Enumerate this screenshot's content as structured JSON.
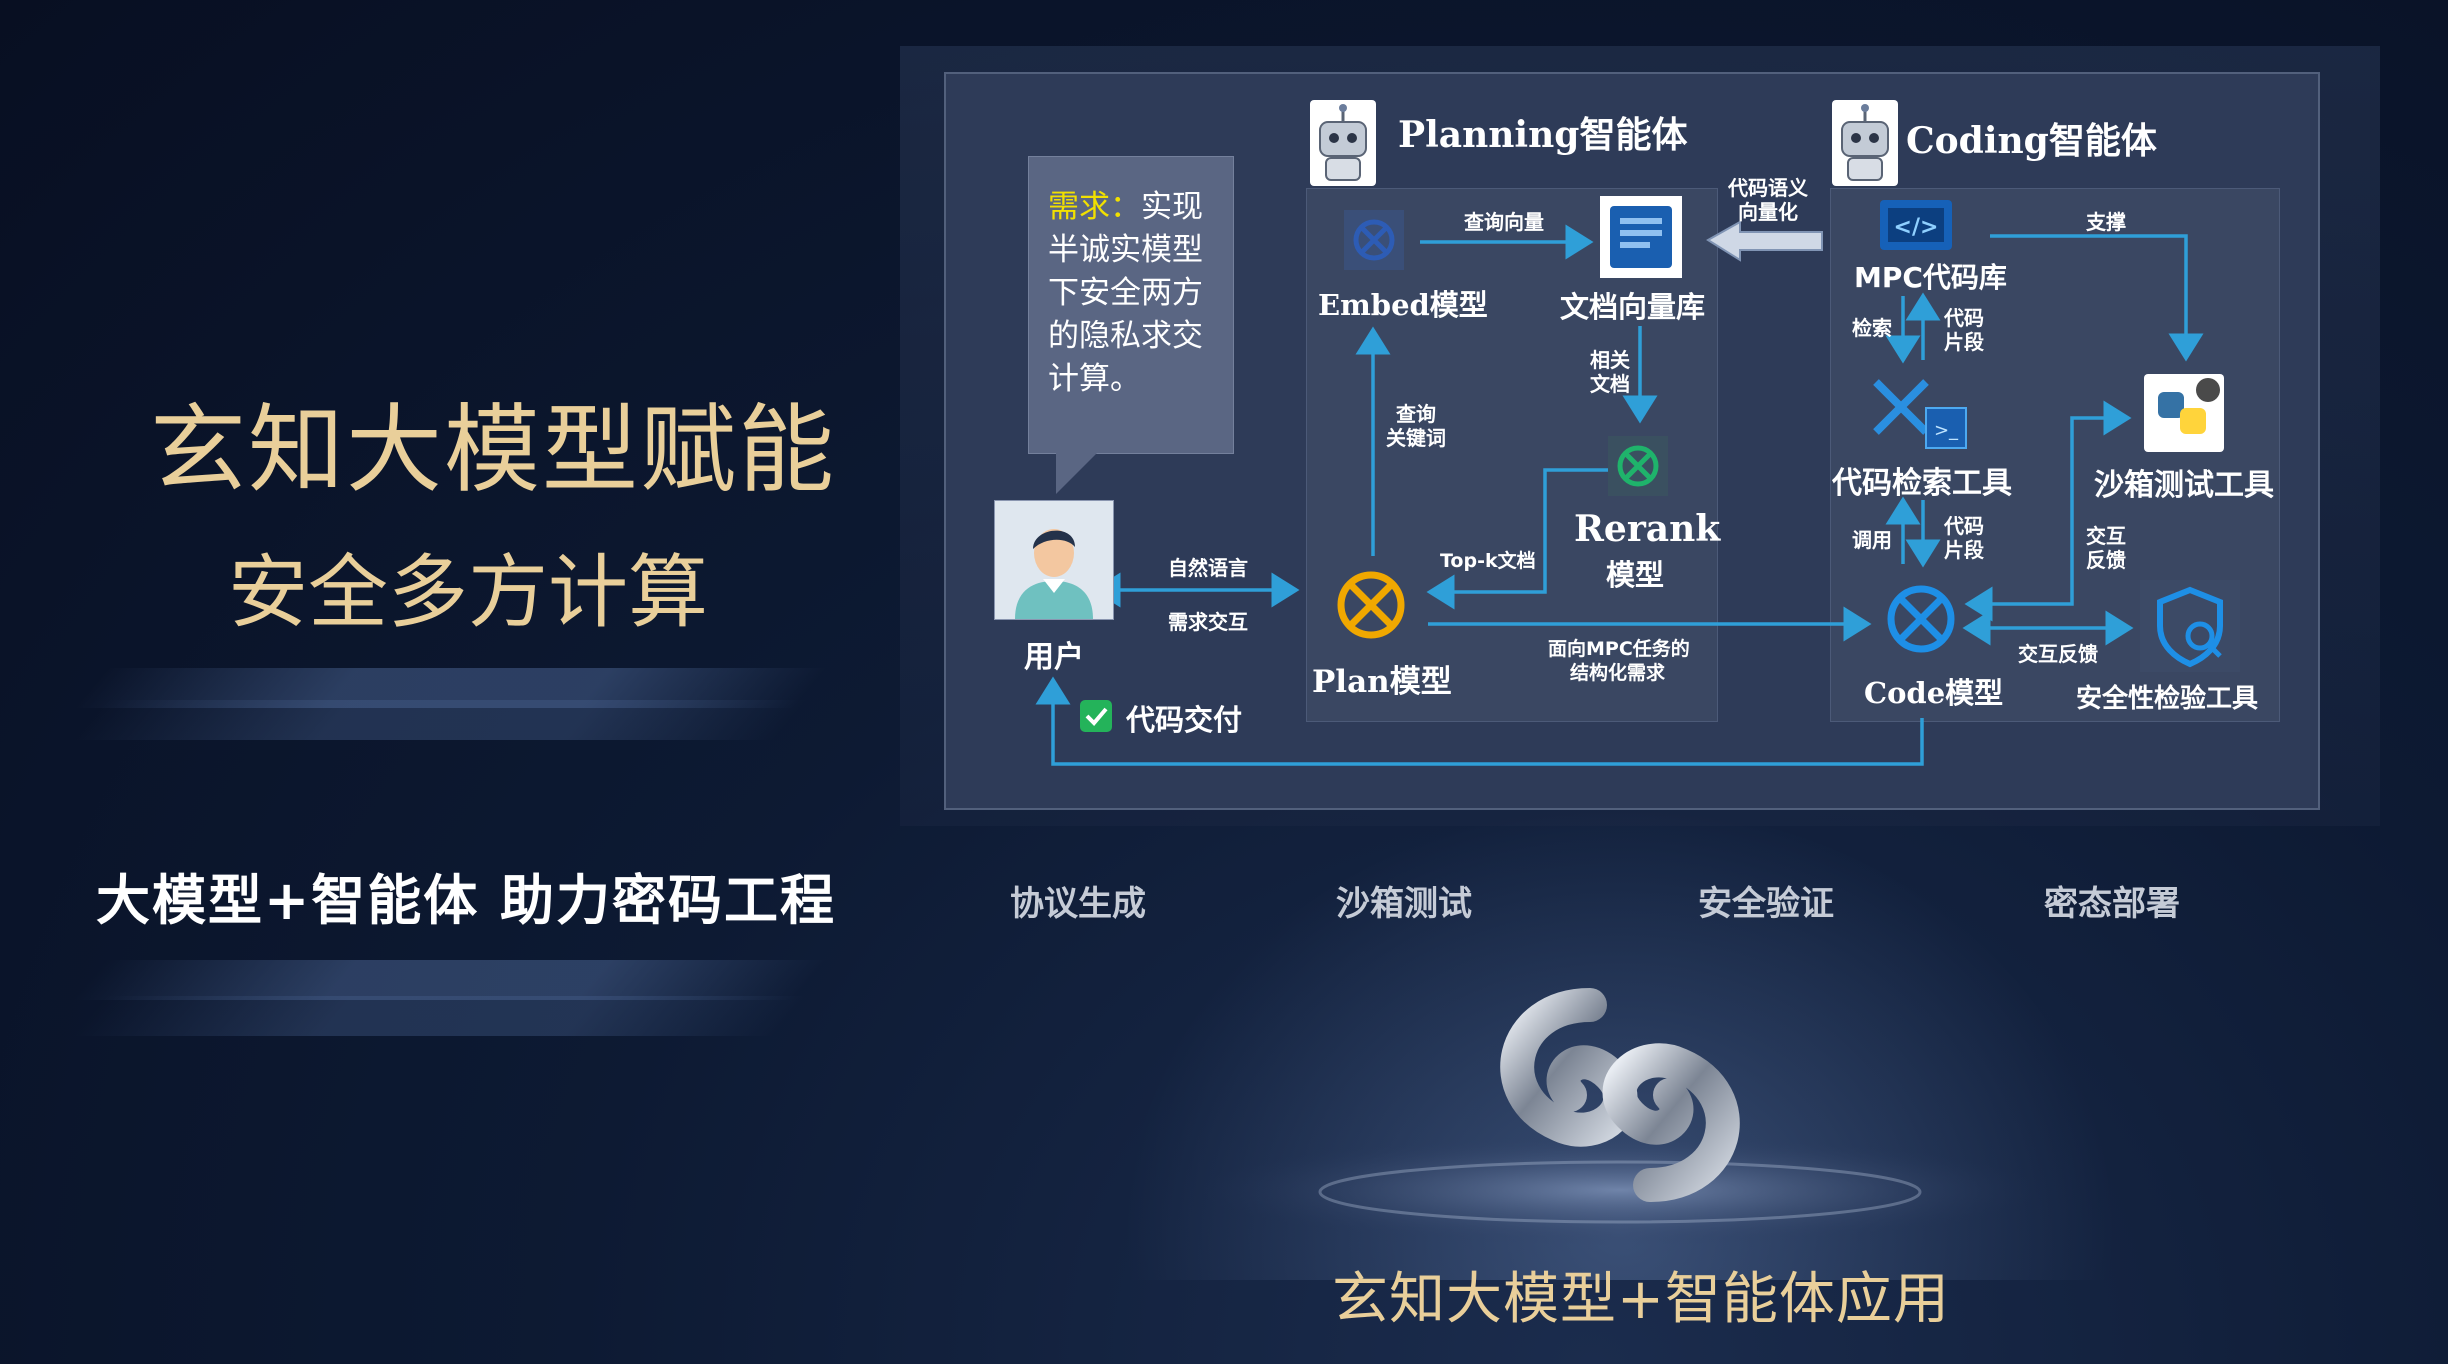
{
  "left": {
    "title": "玄知大模型赋能",
    "subtitle": "安全多方计算",
    "tagline": "大模型+智能体  助力密码工程"
  },
  "diagram": {
    "request_label": "需求：",
    "request_text": "实现半诚实模型下安全两方的隐私求交计算。",
    "planning_title": "Planning智能体",
    "coding_title": "Coding智能体",
    "user_label": "用户",
    "embed_label": "Embed模型",
    "docdb_label": "文档向量库",
    "rerank_label": "Rerank",
    "rerank_label2": "模型",
    "plan_label": "Plan模型",
    "mpc_label": "MPC代码库",
    "retrieval_tool_label": "代码检索工具",
    "sandbox_label": "沙箱测试工具",
    "code_model_label": "Code模型",
    "security_tool_label": "安全性检验工具",
    "deliver_label": "代码交付",
    "edges": {
      "query_vector": "查询向量",
      "code_vectorize1": "代码语义",
      "code_vectorize2": "向量化",
      "related1": "相关",
      "related2": "文档",
      "query_kw1": "查询",
      "query_kw2": "关键词",
      "topk": "Top-k文档",
      "natural_lang": "自然语言",
      "req_interact": "需求交互",
      "structured1": "面向MPC任务的",
      "structured2": "结构化需求",
      "support": "支撑",
      "retrieve": "检索",
      "code_snip1a": "代码",
      "code_snip1b": "片段",
      "invoke": "调用",
      "code_snip2a": "代码",
      "code_snip2b": "片段",
      "interact1": "交互",
      "interact2": "反馈",
      "interact_feedback": "交互反馈"
    }
  },
  "bottom": {
    "labels": [
      "协议生成",
      "沙箱测试",
      "安全验证",
      "密态部署"
    ],
    "app_title": "玄知大模型+智能体应用"
  },
  "colors": {
    "gold": "#e9cf9a",
    "arrow": "#2f9fd8",
    "panel": "#2e3b58",
    "highlight": "#f2e000"
  },
  "icons": [
    "robot-icon",
    "openai-icon",
    "document-database-icon",
    "user-avatar-icon",
    "code-library-icon",
    "tools-icon",
    "python-icon",
    "security-shield-icon",
    "checkbox-icon",
    "logo-icon"
  ]
}
